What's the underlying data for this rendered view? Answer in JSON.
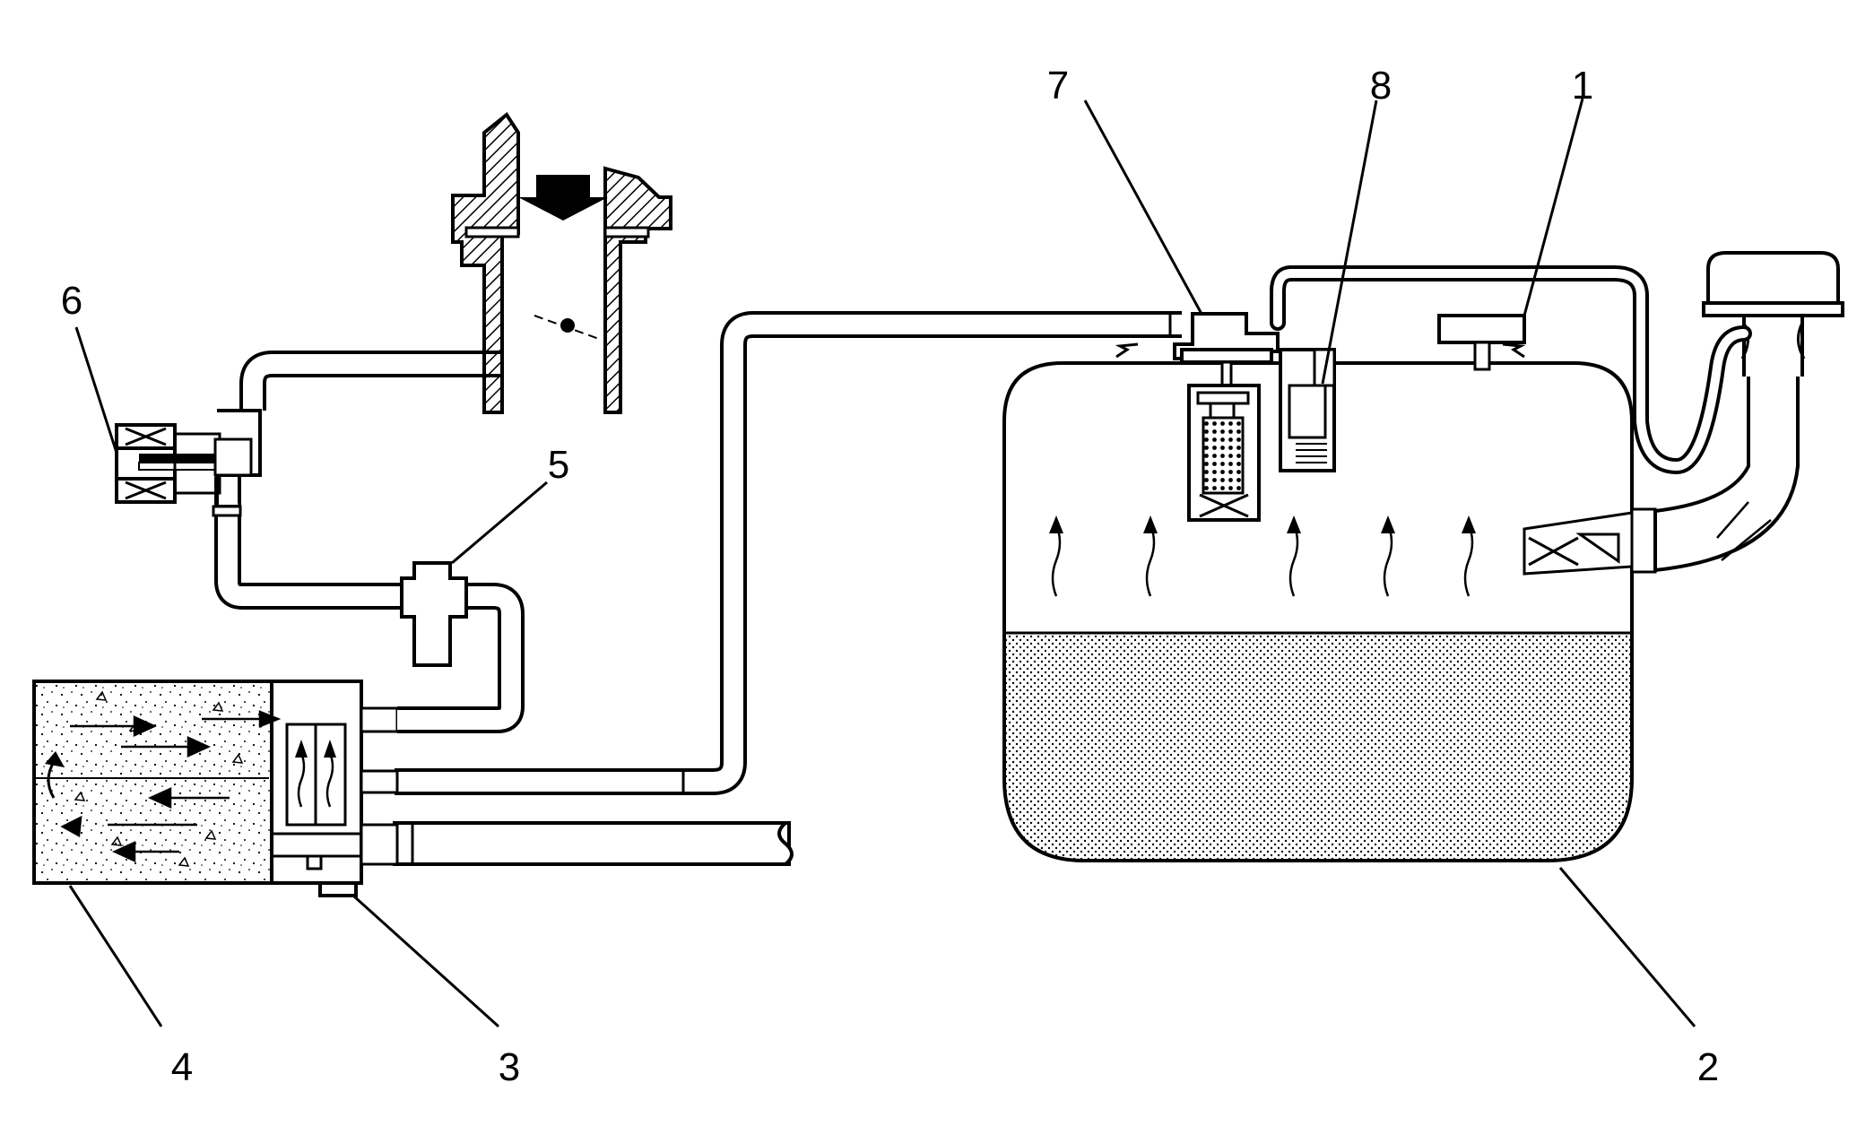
{
  "callouts": [
    {
      "id": "1",
      "label": "1"
    },
    {
      "id": "2",
      "label": "2"
    },
    {
      "id": "3",
      "label": "3"
    },
    {
      "id": "4",
      "label": "4"
    },
    {
      "id": "5",
      "label": "5"
    },
    {
      "id": "6",
      "label": "6"
    },
    {
      "id": "7",
      "label": "7"
    },
    {
      "id": "8",
      "label": "8"
    }
  ],
  "colors": {
    "line": "#000000",
    "background": "#ffffff",
    "hatch": "#000000"
  }
}
